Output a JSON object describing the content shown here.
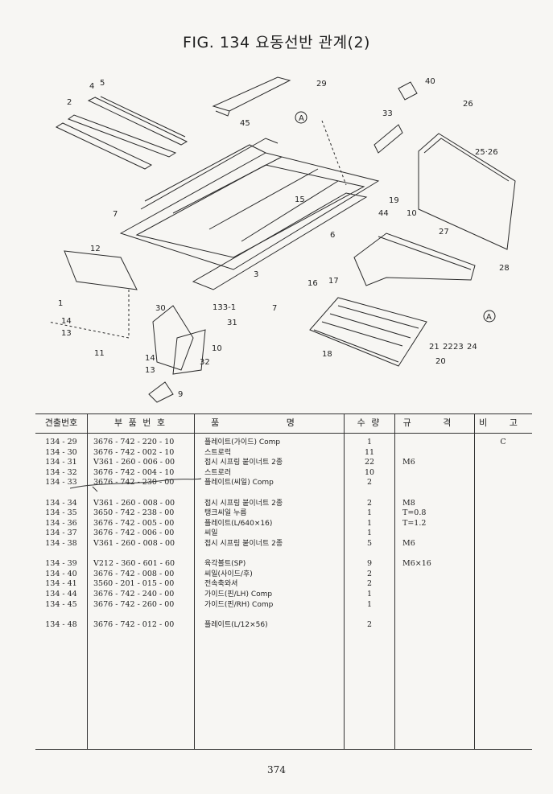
{
  "title": "FIG. 134 요동선반 관계(2)",
  "callouts": [
    "29",
    "40",
    "4",
    "5",
    "26",
    "2",
    "33",
    "45",
    "25·26",
    "A",
    "15",
    "19",
    "7",
    "44",
    "10",
    "6",
    "27",
    "3",
    "16",
    "17",
    "28",
    "12",
    "1",
    "133-1",
    "14",
    "13",
    "30",
    "31",
    "A",
    "18",
    "21",
    "22",
    "23",
    "24",
    "11",
    "10",
    "32",
    "14",
    "13",
    "20",
    "9",
    "7"
  ],
  "table": {
    "headers": [
      "견출번호",
      "부 품 번 호",
      "품 명",
      "수 량",
      "규 격",
      "비 고"
    ],
    "rows": [
      {
        "no": "134 - 29",
        "pn": "3676 - 742 - 220 - 10",
        "name": "플레이트(가이드) Comp",
        "qty": "1",
        "spec": "",
        "note": "C"
      },
      {
        "no": "134 - 30",
        "pn": "3676 - 742 - 002 - 10",
        "name": "스트로럭",
        "qty": "11",
        "spec": "",
        "note": ""
      },
      {
        "no": "134 - 31",
        "pn": "V361 - 260 - 006 - 00",
        "name": "접시 시프링 붙이너트 2종",
        "qty": "22",
        "spec": "M6",
        "note": ""
      },
      {
        "no": "134 - 32",
        "pn": "3676 - 742 - 004 - 10",
        "name": "스트로러",
        "qty": "10",
        "spec": "",
        "note": ""
      },
      {
        "no": "134 - 33",
        "pn": "3676 - 742 - 230 - 00",
        "name": "플레이트(씨일) Comp",
        "qty": "2",
        "spec": "",
        "note": ""
      },
      {
        "no": "",
        "pn": "",
        "name": "",
        "qty": "",
        "spec": "",
        "note": ""
      },
      {
        "no": "134 - 34",
        "pn": "V361 - 260 - 008 - 00",
        "name": "접시 시프링 붙이너트 2종",
        "qty": "2",
        "spec": "M8",
        "note": ""
      },
      {
        "no": "134 - 35",
        "pn": "3650 - 742 - 238 - 00",
        "name": "탱크씨일 누름",
        "qty": "1",
        "spec": "T=0.8",
        "note": ""
      },
      {
        "no": "134 - 36",
        "pn": "3676 - 742 - 005 - 00",
        "name": "플레이트(L/640×16)",
        "qty": "1",
        "spec": "T=1.2",
        "note": ""
      },
      {
        "no": "134 - 37",
        "pn": "3676 - 742 - 006 - 00",
        "name": "씨일",
        "qty": "1",
        "spec": "",
        "note": ""
      },
      {
        "no": "134 - 38",
        "pn": "V361 - 260 - 008 - 00",
        "name": "접시 시프링 붙이너트 2종",
        "qty": "5",
        "spec": "M6",
        "note": ""
      },
      {
        "no": "",
        "pn": "",
        "name": "",
        "qty": "",
        "spec": "",
        "note": ""
      },
      {
        "no": "134 - 39",
        "pn": "V212 - 360 - 601 - 60",
        "name": "육각볼트(SP)",
        "qty": "9",
        "spec": "M6×16",
        "note": ""
      },
      {
        "no": "134 - 40",
        "pn": "3676 - 742 - 008 - 00",
        "name": "씨일(사이드/후)",
        "qty": "2",
        "spec": "",
        "note": ""
      },
      {
        "no": "134 - 41",
        "pn": "3560 - 201 - 015 - 00",
        "name": "전속축와셔",
        "qty": "2",
        "spec": "",
        "note": ""
      },
      {
        "no": "134 - 44",
        "pn": "3676 - 742 - 240 - 00",
        "name": "가이드(핀/LH) Comp",
        "qty": "1",
        "spec": "",
        "note": ""
      },
      {
        "no": "134 - 45",
        "pn": "3676 - 742 - 260 - 00",
        "name": "가이드(핀/RH) Comp",
        "qty": "1",
        "spec": "",
        "note": ""
      },
      {
        "no": "",
        "pn": "",
        "name": "",
        "qty": "",
        "spec": "",
        "note": ""
      },
      {
        "no": "134 - 48",
        "pn": "3676 - 742 - 012 - 00",
        "name": "플레이트(L/12×56)",
        "qty": "2",
        "spec": "",
        "note": ""
      }
    ]
  },
  "page_number": "374"
}
